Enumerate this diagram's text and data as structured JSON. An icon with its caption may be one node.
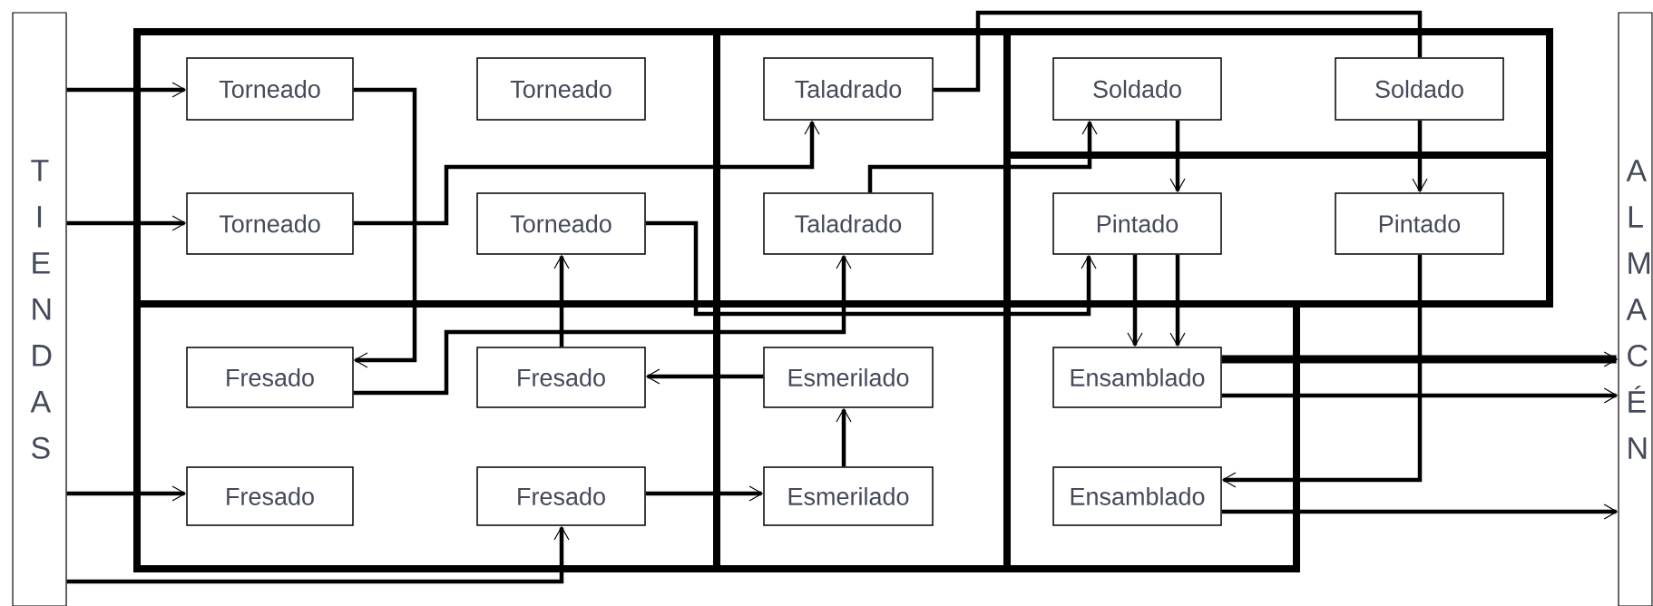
{
  "diagram": {
    "nodes": [
      {
        "text": [
          "TIENDAS"
        ]
      },
      {
        "text": [
          "ALMACÉN"
        ]
      },
      {
        "text": [
          "Torneado"
        ]
      },
      {
        "text": [
          "Torneado"
        ]
      },
      {
        "text": [
          "Torneado"
        ]
      },
      {
        "text": [
          "Torneado"
        ]
      },
      {
        "text": [
          "Fresado"
        ]
      },
      {
        "text": [
          "Fresado"
        ]
      },
      {
        "text": [
          "Fresado"
        ]
      },
      {
        "text": [
          "Fresado"
        ]
      },
      {
        "text": [
          "Taladrado"
        ]
      },
      {
        "text": [
          "Taladrado"
        ]
      },
      {
        "text": [
          "Esmerilado"
        ]
      },
      {
        "text": [
          "Esmerilado"
        ]
      },
      {
        "text": [
          "Soldado"
        ]
      },
      {
        "text": [
          "Soldado"
        ]
      },
      {
        "text": [
          "Pintado"
        ]
      },
      {
        "text": [
          "Pintado"
        ]
      },
      {
        "text": [
          "Ensamblado"
        ]
      },
      {
        "text": [
          "Ensamblado"
        ]
      }
    ],
    "edges": [
      {
        "from": 0,
        "to": 2,
        "arrow": "to"
      },
      {
        "from": 0,
        "to": 4,
        "arrow": "to"
      },
      {
        "from": 0,
        "to": 8,
        "arrow": "to"
      },
      {
        "from": 0,
        "to": 9,
        "arrow": "to"
      },
      {
        "from": 2,
        "to": 6,
        "arrow": "to"
      },
      {
        "from": 4,
        "to": 10,
        "arrow": "to"
      },
      {
        "from": 5,
        "to": 16,
        "arrow": "to"
      },
      {
        "from": 6,
        "to": 11,
        "arrow": "to"
      },
      {
        "from": 7,
        "to": 5,
        "arrow": "to"
      },
      {
        "from": 12,
        "to": 7,
        "arrow": "to"
      },
      {
        "from": 13,
        "to": 12,
        "arrow": "to"
      },
      {
        "from": 9,
        "to": 13,
        "arrow": "to"
      },
      {
        "from": 10,
        "to": 15,
        "arrow": "none"
      },
      {
        "from": 11,
        "to": 14,
        "arrow": "to"
      },
      {
        "from": 14,
        "to": 16,
        "arrow": "to"
      },
      {
        "from": 15,
        "to": 17,
        "arrow": "to"
      },
      {
        "from": 16,
        "to": 18,
        "arrow": "to"
      },
      {
        "from": 16,
        "to": 18,
        "arrow": "to"
      },
      {
        "from": 17,
        "to": 19,
        "arrow": "to"
      },
      {
        "from": 18,
        "to": 1,
        "arrow": "to",
        "style": "thick"
      },
      {
        "from": 18,
        "to": 1,
        "arrow": "to"
      },
      {
        "from": 19,
        "to": 1,
        "arrow": "to"
      }
    ]
  }
}
